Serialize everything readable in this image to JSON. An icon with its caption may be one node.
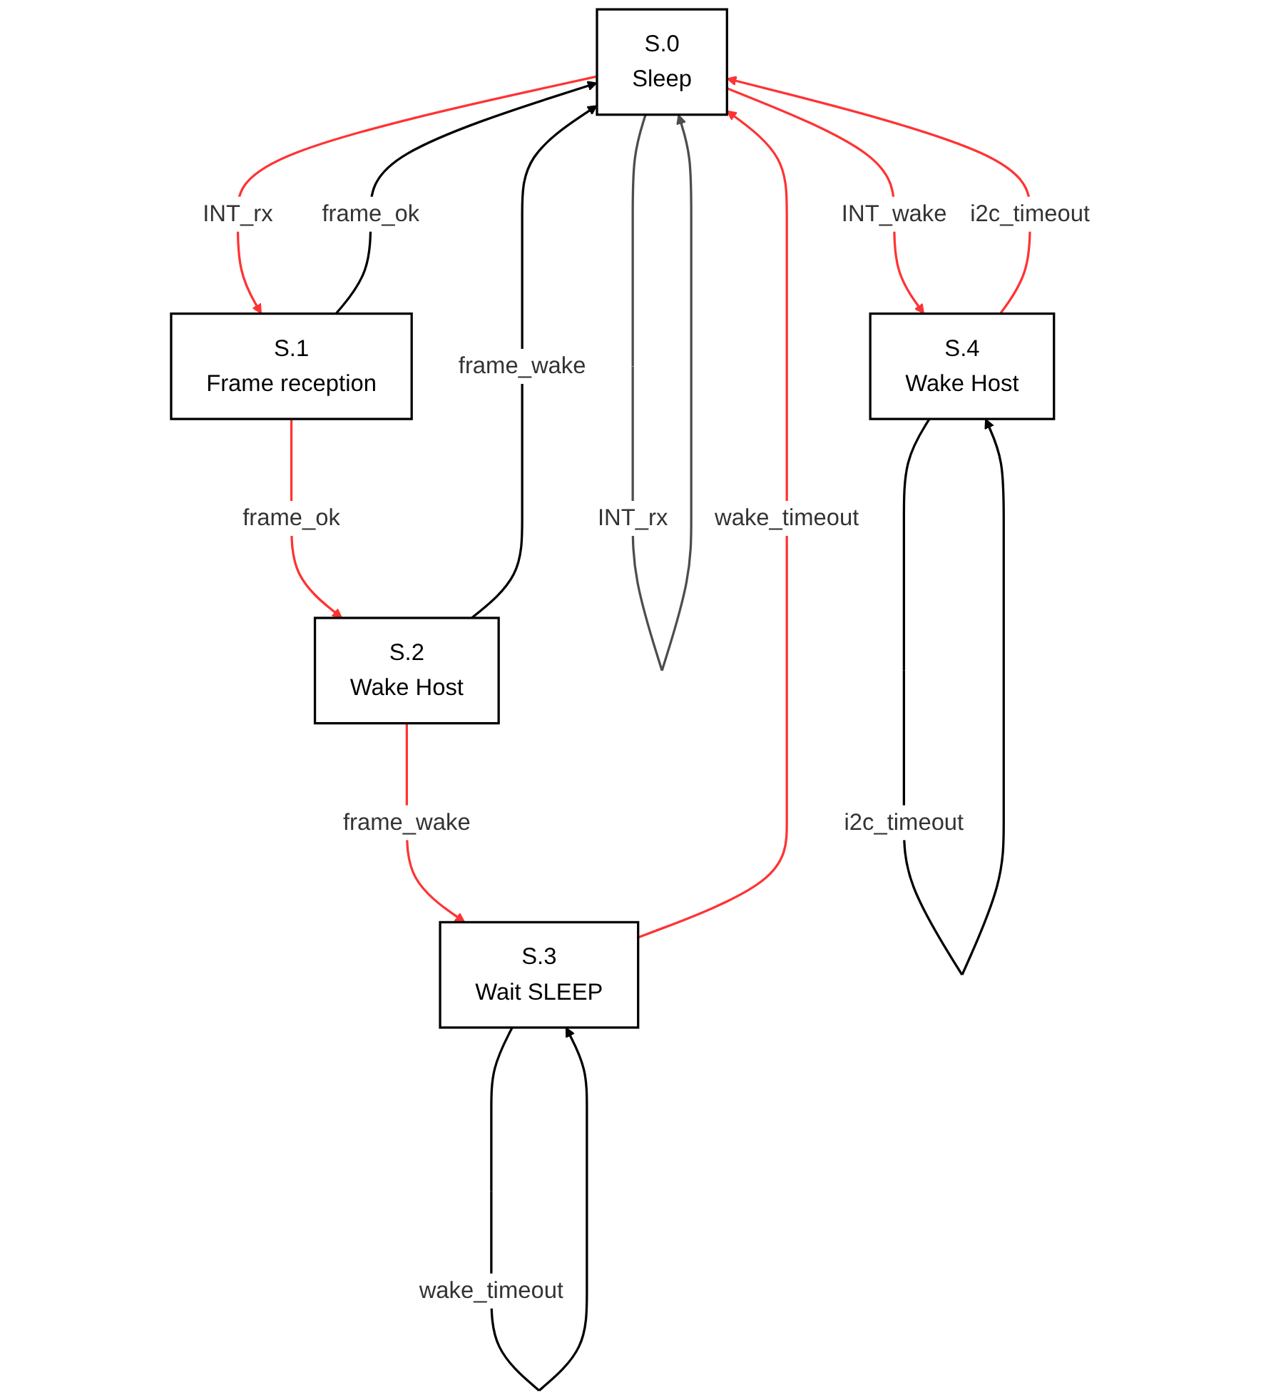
{
  "diagram": {
    "nodes": [
      {
        "text": [
          "S.0",
          "Sleep"
        ]
      },
      {
        "text": [
          "S.4",
          "Wake Host"
        ]
      },
      {
        "text": [
          "S.1",
          "Frame reception"
        ]
      },
      {
        "text": [
          "S.2",
          "Wake Host"
        ]
      },
      {
        "text": [
          "S.3",
          "Wait SLEEP"
        ]
      }
    ],
    "edges": [
      {
        "from": 0,
        "to": 0,
        "arrow": "to",
        "label": "INT_rx",
        "color": "#4d4d4d"
      },
      {
        "from": 0,
        "to": 1,
        "arrow": "to",
        "label": "INT_wake"
      },
      {
        "from": 1,
        "to": 0,
        "arrow": "to",
        "label": "i2c_timeout"
      },
      {
        "from": 1,
        "to": 1,
        "arrow": "to",
        "label": "i2c_timeout",
        "color": "#000000"
      },
      {
        "from": 0,
        "to": 2,
        "arrow": "to",
        "label": "INT_rx"
      },
      {
        "from": 2,
        "to": 0,
        "arrow": "to",
        "label": "frame_ok",
        "color": "#000000"
      },
      {
        "from": 2,
        "to": 3,
        "arrow": "to",
        "label": "frame_ok"
      },
      {
        "from": 3,
        "to": 0,
        "arrow": "to",
        "label": "frame_wake",
        "color": "#000000"
      },
      {
        "from": 3,
        "to": 4,
        "arrow": "to",
        "label": "frame_wake"
      },
      {
        "from": 4,
        "to": 0,
        "arrow": "to",
        "label": "wake_timeout"
      },
      {
        "from": 4,
        "to": 4,
        "arrow": "to",
        "label": "wake_timeout",
        "color": "#000000"
      }
    ]
  }
}
